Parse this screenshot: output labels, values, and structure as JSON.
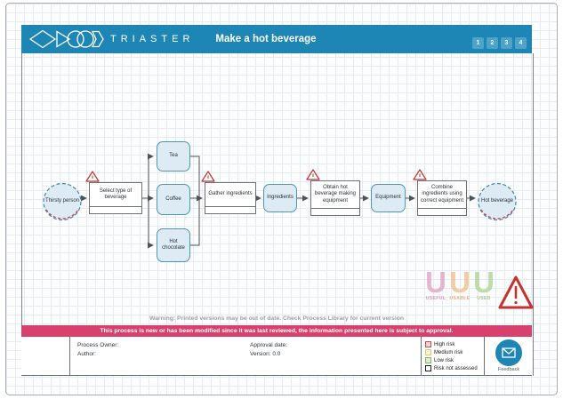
{
  "header": {
    "brand": "TRIASTER",
    "title": "Make a hot beverage",
    "pages": [
      "1",
      "2",
      "3",
      "4"
    ]
  },
  "diagram": {
    "nodes": {
      "start": "Thirsty person",
      "select_beverage": "Select type of beverage",
      "tea": "Tea",
      "coffee": "Coffee",
      "hot_chocolate": "Hot chocolate",
      "gather_ingredients": "Gather ingredients",
      "ingredients": "Ingredients",
      "obtain_equipment": "Obtain hot beverage making equipment",
      "equipment": "Equipment",
      "combine_ingredients": "Combine ingredients using correct equipment",
      "end": "Hot beverage"
    }
  },
  "watermark": {
    "letters": [
      "U",
      "U",
      "U"
    ],
    "labels": [
      "USEFUL",
      "USABLE",
      "USED"
    ],
    "colors": [
      "#e19ec2",
      "#eebd89",
      "#abd191"
    ],
    "caption_colors": [
      "#d981ad",
      "#e5a25f",
      "#93c177"
    ]
  },
  "notices": {
    "warning_line": "Warning: Printed versions may be out of date. Check Process Library for current version",
    "approval_banner": "This process is new or has been modified since it was last reviewed, the information presented here is subject to approval."
  },
  "footer": {
    "process_owner_label": "Process Owner:",
    "author_label": "Author:",
    "approval_date_label": "Approval date:",
    "version_label": "Version:",
    "version_value": "0.0",
    "legend": [
      {
        "label": "High risk",
        "fill": "#f5d3d1",
        "border": "#c64a52"
      },
      {
        "label": "Medium risk",
        "fill": "#f7f3d2",
        "border": "#d5cd7e"
      },
      {
        "label": "Low risk",
        "fill": "#dcedd0",
        "border": "#7fb765"
      },
      {
        "label": "Risk not assessed",
        "fill": "#ffffff",
        "border": "#1d1d1d"
      }
    ],
    "feedback_label": "Feedback"
  },
  "colors": {
    "header_blue": "#1d86b4",
    "pager_blue": "#4da4c9",
    "banner_pink": "#d8416d",
    "node_fill_blue": "#dcebf4",
    "node_border_blue": "#4f94ba",
    "risk_triangle_red": "#c4332e",
    "connector_gray": "#4b545c"
  }
}
